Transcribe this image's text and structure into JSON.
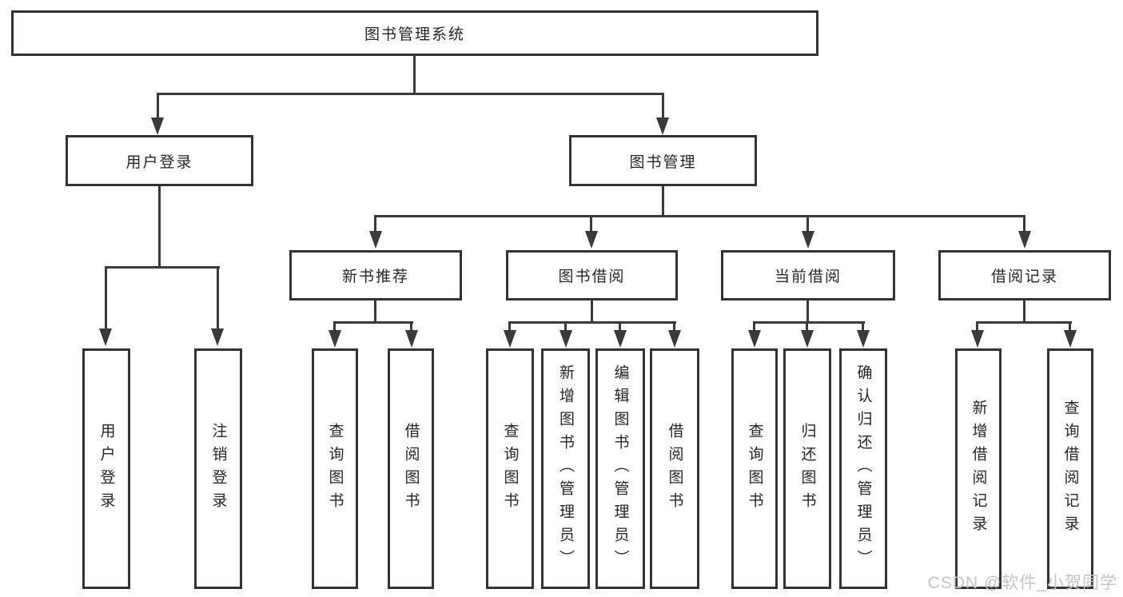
{
  "diagram": {
    "root": {
      "label": "图书管理系统"
    },
    "branches": [
      {
        "label": "用户登录",
        "children": [
          {
            "label": "用户登录"
          },
          {
            "label": "注销登录"
          }
        ]
      },
      {
        "label": "图书管理",
        "children": [
          {
            "label": "新书推荐",
            "children": [
              {
                "label": "查询图书"
              },
              {
                "label": "借阅图书"
              }
            ]
          },
          {
            "label": "图书借阅",
            "children": [
              {
                "label": "查询图书"
              },
              {
                "label": "新增图书（管理员）"
              },
              {
                "label": "编辑图书（管理员）"
              },
              {
                "label": "借阅图书"
              }
            ]
          },
          {
            "label": "当前借阅",
            "children": [
              {
                "label": "查询图书"
              },
              {
                "label": "归还图书"
              },
              {
                "label": "确认归还（管理员）"
              }
            ]
          },
          {
            "label": "借阅记录",
            "children": [
              {
                "label": "新增借阅记录"
              },
              {
                "label": "查询借阅记录"
              }
            ]
          }
        ]
      }
    ]
  },
  "watermark": {
    "text": "CSDN @软件_小贺同学"
  },
  "colors": {
    "line": "#3a3a3a",
    "box_border": "#333333",
    "box_background": "#ffffff",
    "text": "#262626",
    "watermark_text": "#c4c4c4",
    "page_background": "#ffffff"
  }
}
